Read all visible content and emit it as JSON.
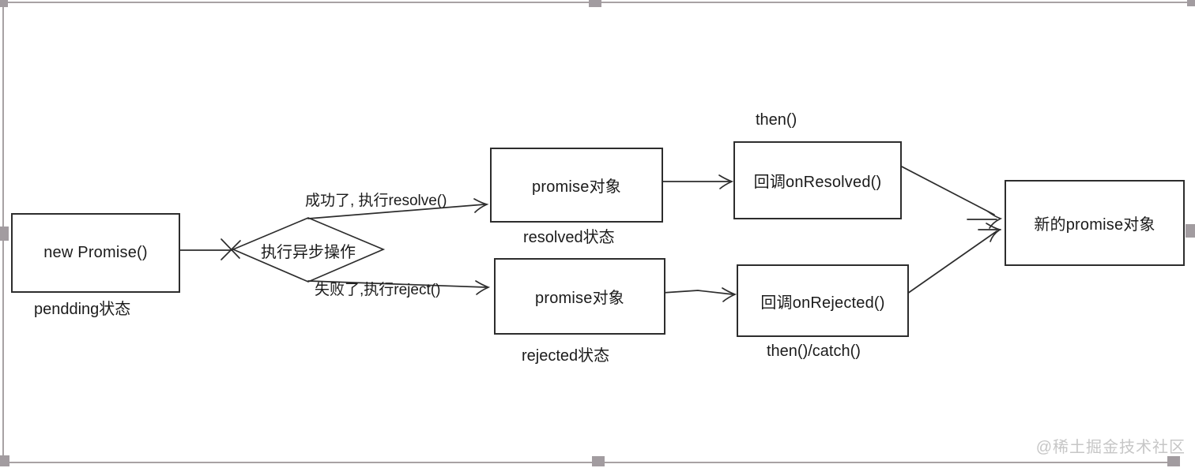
{
  "diagram": {
    "nodes": {
      "new_promise": {
        "label": "new Promise()"
      },
      "async_op": {
        "label": "执行异步操作"
      },
      "promise_resolved": {
        "label": "promise对象"
      },
      "promise_rejected": {
        "label": "promise对象"
      },
      "callback_resolved": {
        "label": "回调onResolved()"
      },
      "callback_rejected": {
        "label": "回调onRejected()"
      },
      "new_promise_object": {
        "label": "新的promise对象"
      }
    },
    "captions": {
      "pendding_state": "pendding状态",
      "resolved_state": "resolved状态",
      "rejected_state": "rejected状态",
      "then_above": "then()",
      "then_catch_below": "then()/catch()"
    },
    "edge_labels": {
      "success": "成功了, 执行resolve()",
      "fail": "失败了,执行reject()"
    },
    "colors": {
      "line": "#2d2d2d",
      "text": "#1b1b1b",
      "selection_gray": "#a29ca0",
      "watermark_gray": "#c6c6c6",
      "background": "#ffffff"
    }
  },
  "watermark": {
    "text": "@稀土掘金技术社区"
  }
}
